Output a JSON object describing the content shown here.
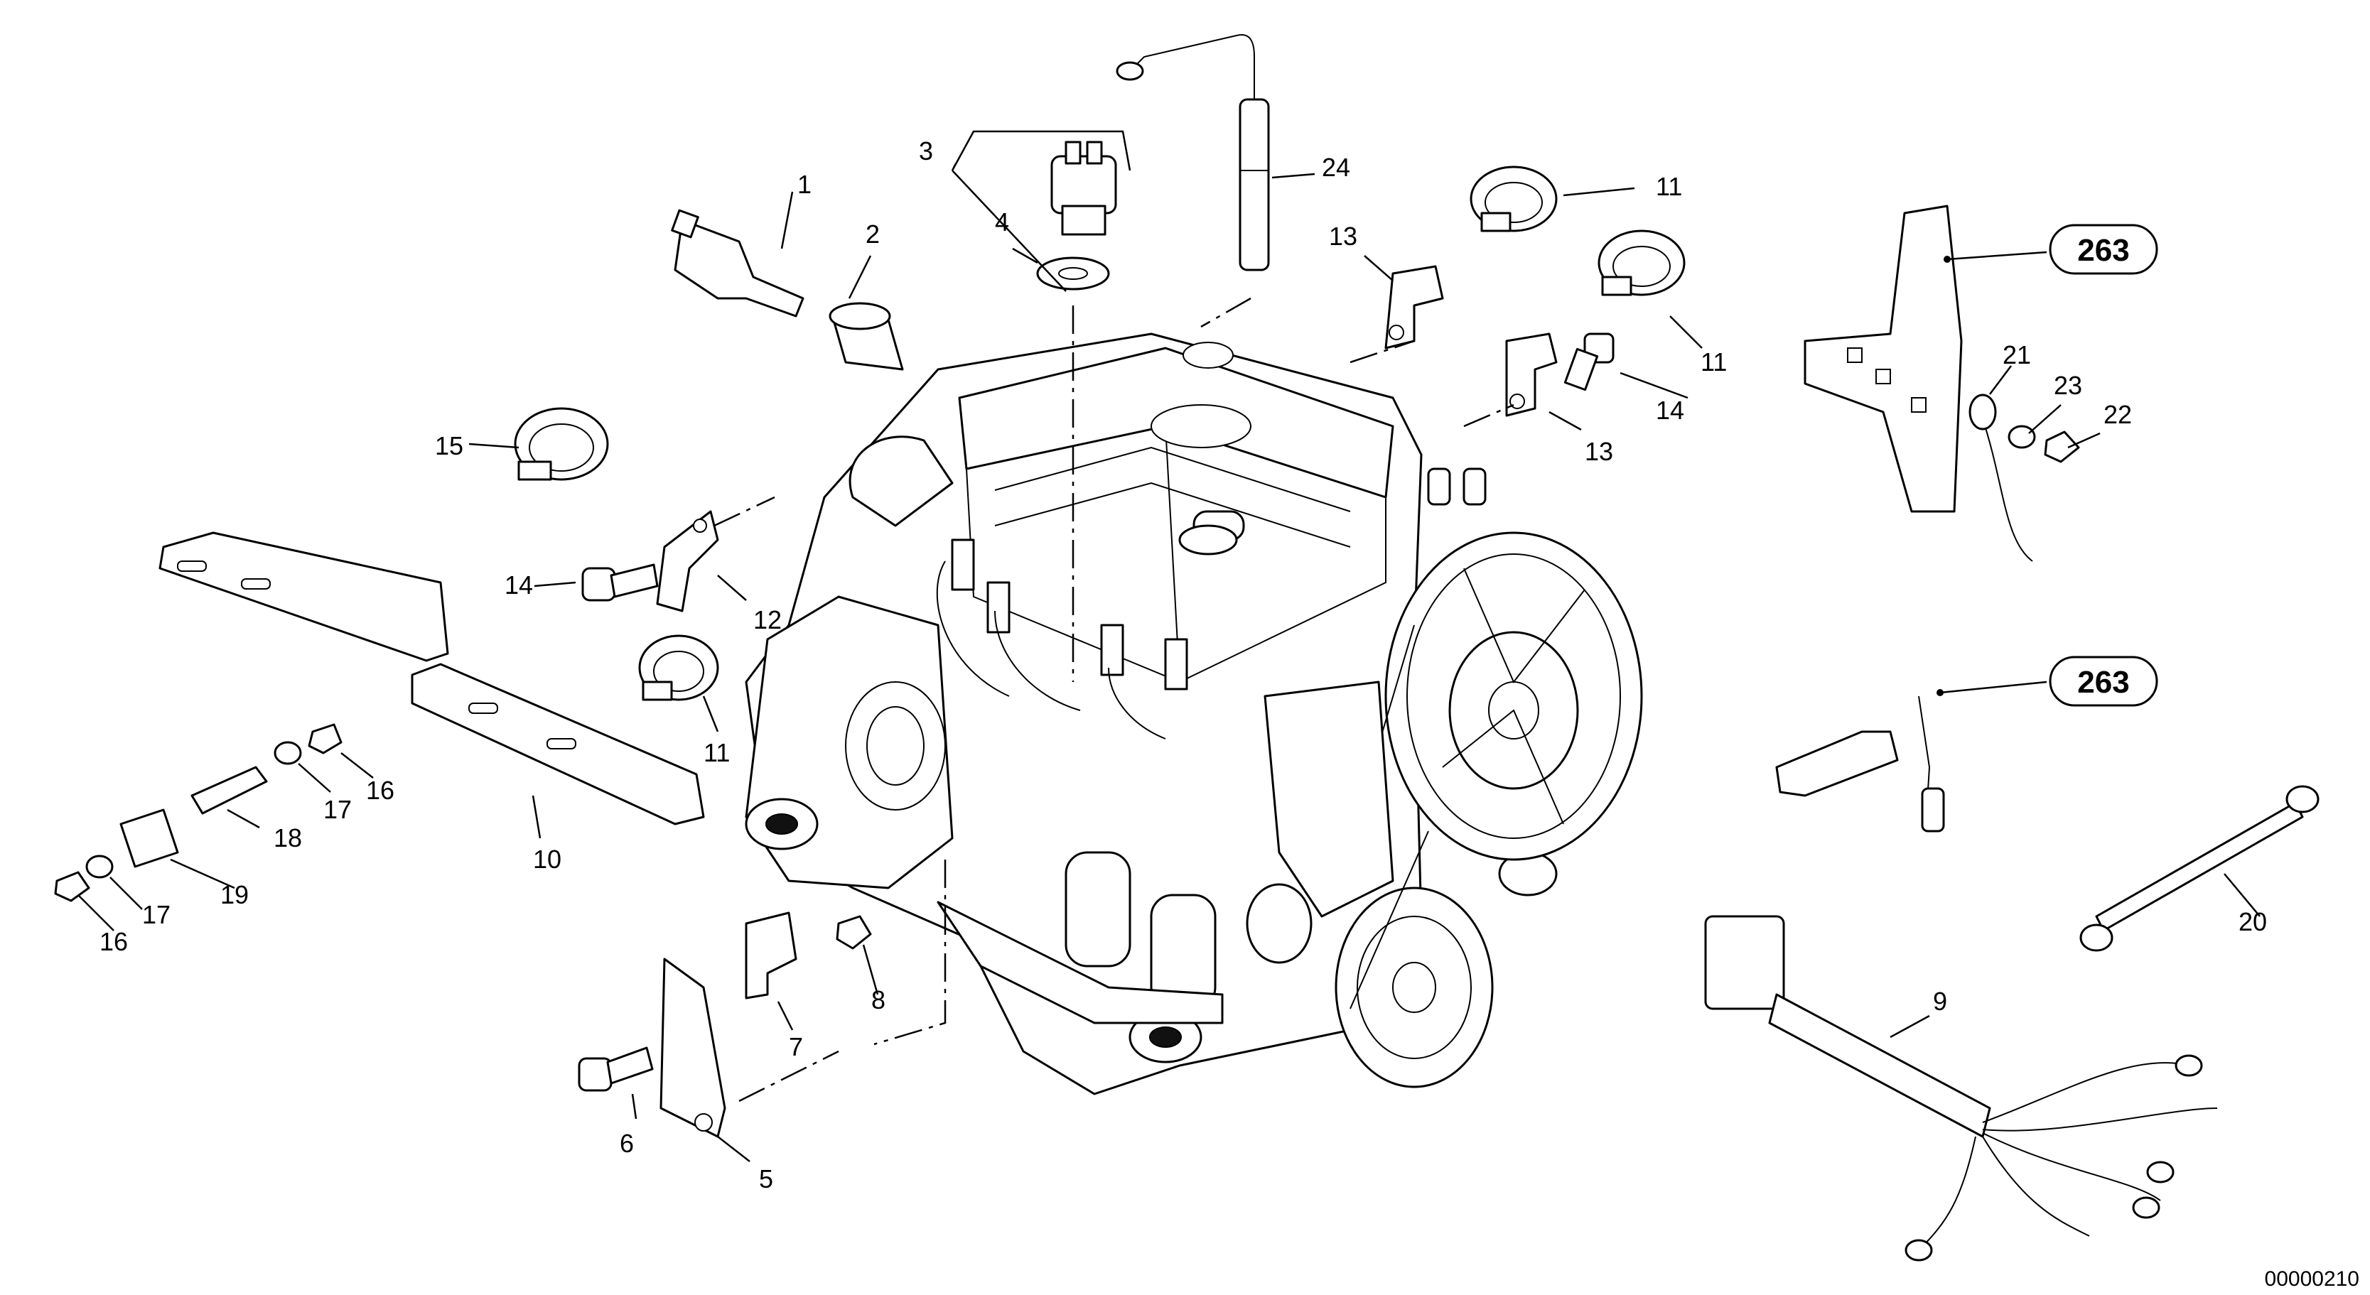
{
  "figure": {
    "document_id": "00000210",
    "reference_bubbles": [
      "263",
      "263"
    ],
    "callouts": [
      "1",
      "2",
      "3",
      "4",
      "24",
      "11",
      "13",
      "11",
      "14",
      "13",
      "15",
      "14",
      "12",
      "11",
      "10",
      "16",
      "17",
      "18",
      "17",
      "16",
      "19",
      "7",
      "8",
      "6",
      "5",
      "21",
      "23",
      "22",
      "20",
      "9"
    ]
  }
}
